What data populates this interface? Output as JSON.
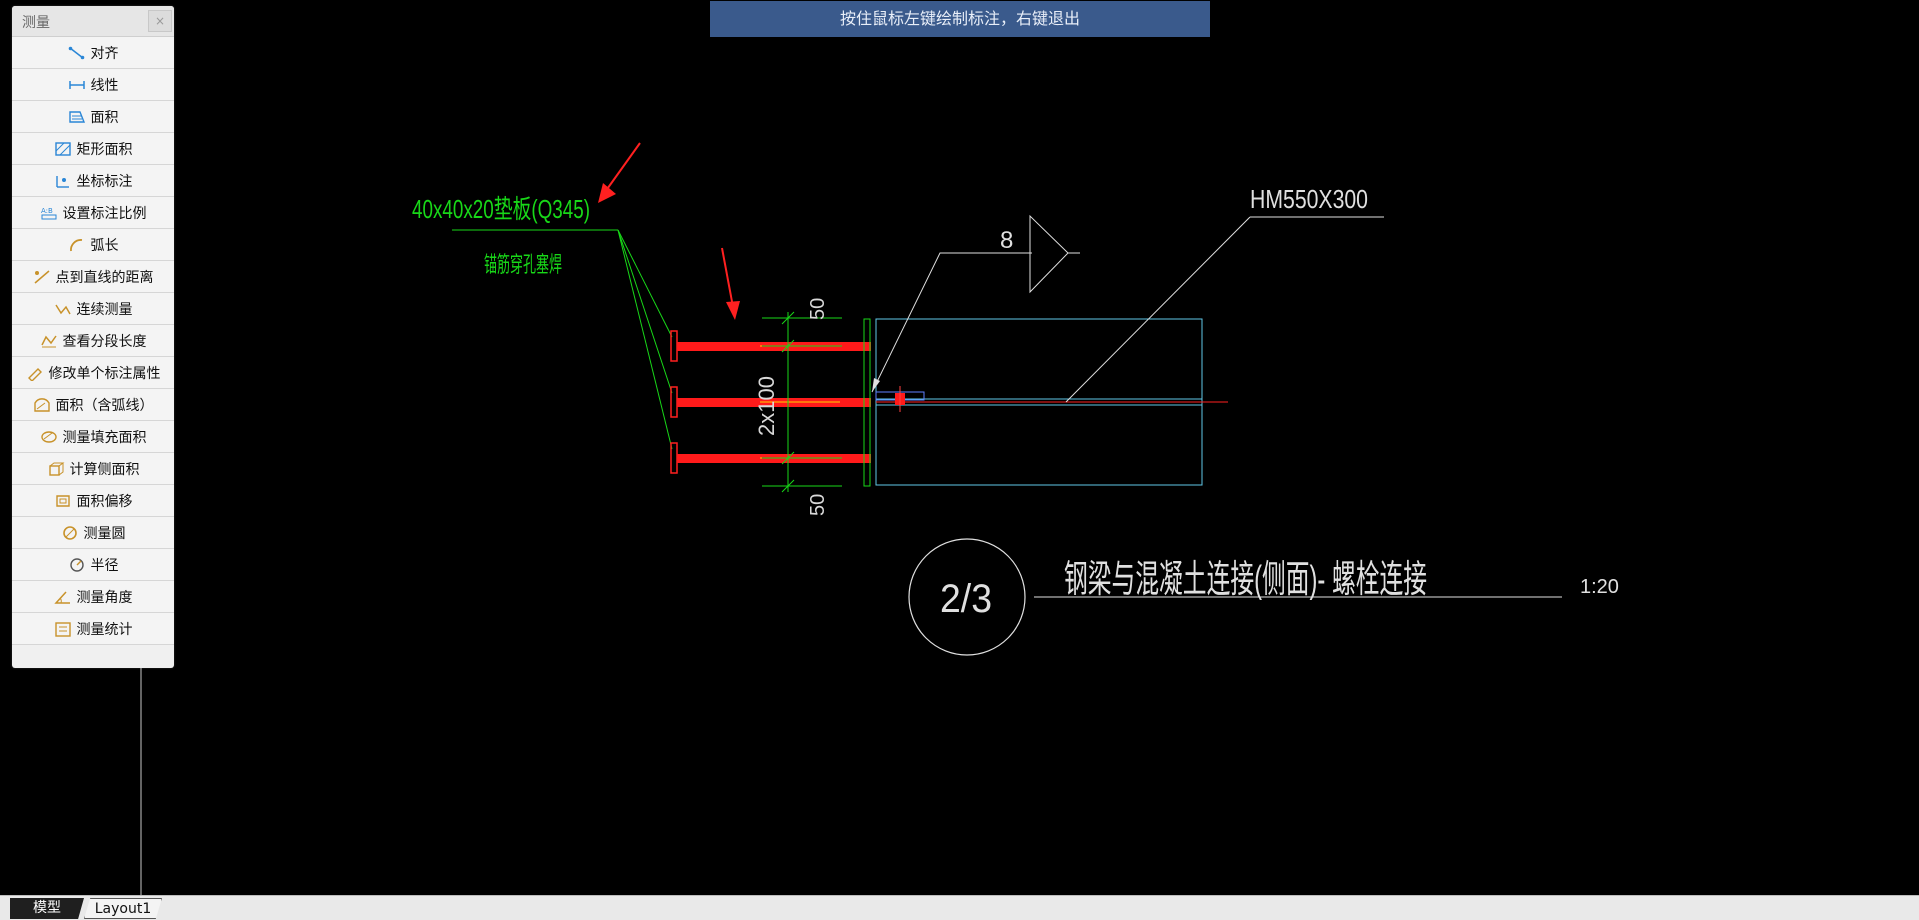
{
  "status_tip": "按住鼠标左键绘制标注，右键退出",
  "panel": {
    "title": "测量",
    "close": "×",
    "items": [
      {
        "label": "对齐",
        "icon": "align-measure-icon"
      },
      {
        "label": "线性",
        "icon": "linear-measure-icon"
      },
      {
        "label": "面积",
        "icon": "area-icon"
      },
      {
        "label": "矩形面积",
        "icon": "rect-area-icon"
      },
      {
        "label": "坐标标注",
        "icon": "coordinate-icon"
      },
      {
        "label": "设置标注比例",
        "icon": "scale-icon"
      },
      {
        "label": "弧长",
        "icon": "arc-length-icon"
      },
      {
        "label": "点到直线的距离",
        "icon": "point-line-distance-icon"
      },
      {
        "label": "连续测量",
        "icon": "continuous-measure-icon"
      },
      {
        "label": "查看分段长度",
        "icon": "segment-length-icon"
      },
      {
        "label": "修改单个标注属性",
        "icon": "edit-dimension-icon"
      },
      {
        "label": "面积（含弧线）",
        "icon": "arc-area-icon"
      },
      {
        "label": "测量填充面积",
        "icon": "hatch-area-icon"
      },
      {
        "label": "计算侧面积",
        "icon": "side-area-icon"
      },
      {
        "label": "面积偏移",
        "icon": "area-offset-icon"
      },
      {
        "label": "测量圆",
        "icon": "circle-icon"
      },
      {
        "label": "半径",
        "icon": "radius-icon"
      },
      {
        "label": "测量角度",
        "icon": "angle-icon"
      },
      {
        "label": "测量统计",
        "icon": "statistics-icon"
      }
    ]
  },
  "drawing": {
    "plate_label": "40x40x20垫板(Q345)",
    "weld_note": "锚筋穿孔塞焊",
    "beam_label": "HM550X300",
    "weld_size": "8",
    "dim_top": "50",
    "dim_mid": "2x100",
    "dim_bottom": "50",
    "detail_number": "2/3",
    "detail_title": "钢梁与混凝土连接(侧面)- 螺栓连接",
    "detail_scale": "1:20"
  },
  "tabs": {
    "model": "模型",
    "layout1": "Layout1"
  },
  "colors": {
    "accent": "#3a5a8c",
    "line_green": "#00d000",
    "bolt_red": "#ff1a1a",
    "beam_cyan": "#5fc8e8"
  }
}
